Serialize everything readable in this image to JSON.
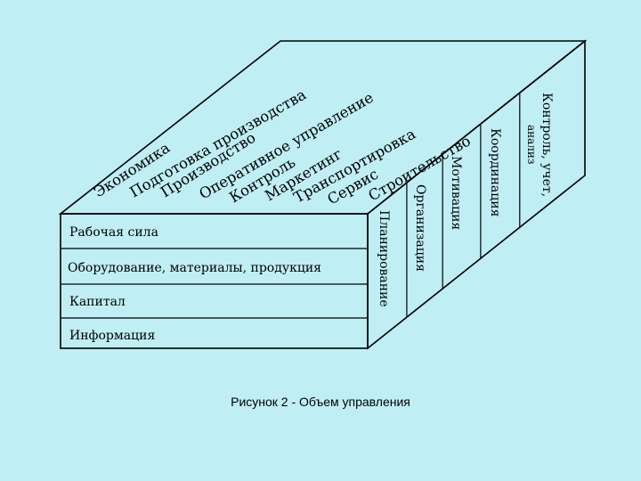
{
  "front_rows": [
    "Рабочая сила",
    "Оборудование, материалы, продукция",
    "Капитал",
    "Информация"
  ],
  "top_rows": [
    "Экономика",
    "Подготовка производства",
    "Производство",
    "Оперативное управление",
    "Контроль",
    "Маркетинг",
    "Транспортировка",
    "Сервис",
    "Строительство"
  ],
  "side_columns": [
    "Планирование",
    "Организация",
    "Мотивация",
    "Координация",
    "Контроль, учет,",
    "анализ"
  ],
  "caption": "Рисунок 2 - Объем управления"
}
